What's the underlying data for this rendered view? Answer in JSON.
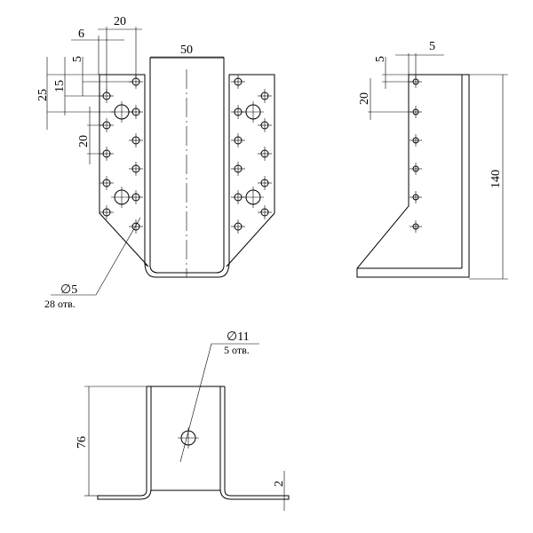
{
  "front_view": {
    "dims": {
      "top_pitch": "20",
      "edge_offset": "6",
      "channel_width": "50",
      "row_offset": "25",
      "row_pitch_small": "15",
      "top_edge": "5",
      "vertical_pitch": "20"
    },
    "hole_note": {
      "diameter": "∅5",
      "count": "28 отв."
    }
  },
  "side_view": {
    "dims": {
      "top_edge": "5",
      "side_offset": "5",
      "vertical_pitch": "20",
      "height": "140"
    }
  },
  "bottom_view": {
    "dims": {
      "height": "76",
      "thickness": "2"
    },
    "hole_note": {
      "diameter": "∅11",
      "count": "5 отв."
    }
  },
  "colors": {
    "line": "#000000",
    "background": "#ffffff"
  }
}
